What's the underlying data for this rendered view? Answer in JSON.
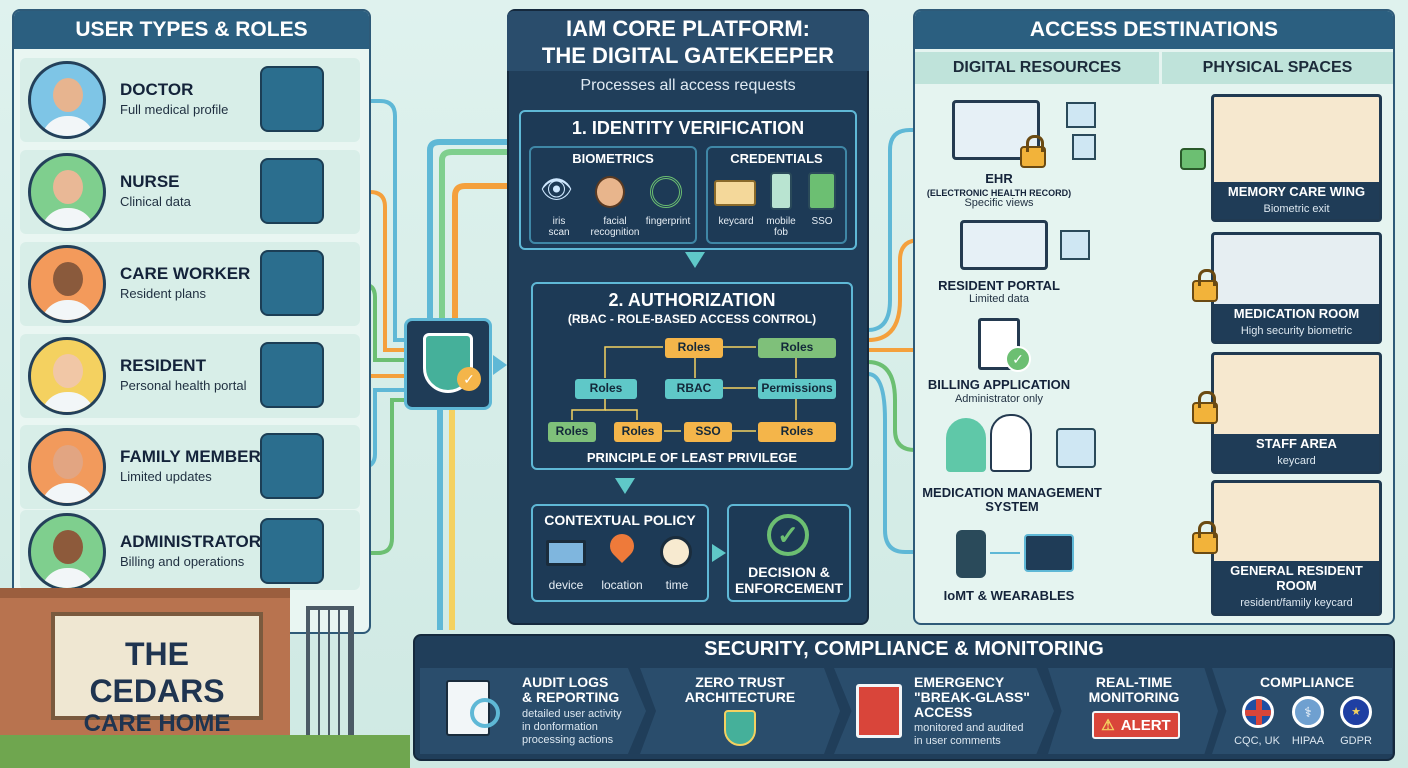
{
  "left": {
    "title": "USER TYPES & ROLES",
    "users": [
      {
        "name": "DOCTOR",
        "desc": "Full medical profile",
        "skin": "#e7b48f",
        "bg": "#7ec5e6"
      },
      {
        "name": "NURSE",
        "desc": "Clinical data",
        "skin": "#e9b896",
        "bg": "#7fcf8e"
      },
      {
        "name": "CARE WORKER",
        "desc": "Resident plans",
        "skin": "#8a5a3c",
        "bg": "#f39a5b"
      },
      {
        "name": "RESIDENT",
        "desc": "Personal health portal",
        "skin": "#f1c7a6",
        "bg": "#f4d160"
      },
      {
        "name": "FAMILY MEMBER",
        "desc": "Limited updates",
        "skin": "#e2a582",
        "bg": "#f29a5c"
      },
      {
        "name": "ADMINISTRATOR",
        "desc": "Billing and operations",
        "skin": "#8d5a3b",
        "bg": "#7fcf8e"
      }
    ]
  },
  "sign": {
    "line1": "THE CEDARS",
    "line2": "CARE HOME"
  },
  "center": {
    "title1": "IAM CORE PLATFORM:",
    "title2": "THE DIGITAL GATEKEEPER",
    "subtitle": "Processes all access requests",
    "identity": {
      "title": "1. IDENTITY VERIFICATION",
      "biometrics_title": "BIOMETRICS",
      "biometrics": [
        "iris\nscan",
        "facial\nrecognition",
        "fingerprint"
      ],
      "credentials_title": "CREDENTIALS",
      "credentials": [
        "keycard",
        "mobile\nfob",
        "SSO"
      ]
    },
    "authorization": {
      "title": "2. AUTHORIZATION",
      "subtitle": "(RBAC - ROLE-BASED ACCESS CONTROL)",
      "nodes": {
        "roles_top": "Roles",
        "roles_top2": "Roles",
        "roles_mid": "Roles",
        "rbac": "RBAC",
        "permissions": "Permissions",
        "roles_b1": "Roles",
        "roles_b2": "Roles",
        "sso": "SSO",
        "roles_b3": "Roles"
      },
      "footer": "PRINCIPLE OF LEAST PRIVILEGE"
    },
    "context": {
      "title": "CONTEXTUAL POLICY",
      "items": [
        "device",
        "location",
        "time"
      ]
    },
    "decision": {
      "line1": "DECISION &",
      "line2": "ENFORCEMENT"
    }
  },
  "right": {
    "title": "ACCESS DESTINATIONS",
    "digital_title": "DIGITAL RESOURCES",
    "physical_title": "PHYSICAL SPACES",
    "digital": [
      {
        "name": "EHR",
        "sub": "(ELECTRONIC HEALTH RECORD)",
        "desc": "Specific views"
      },
      {
        "name": "RESIDENT PORTAL",
        "desc": "Limited data"
      },
      {
        "name": "BILLING APPLICATION",
        "desc": "Administrator only"
      },
      {
        "name": "MEDICATION MANAGEMENT",
        "name2": "SYSTEM"
      },
      {
        "name": "IoMT & WEARABLES"
      }
    ],
    "physical": [
      {
        "name": "MEMORY CARE WING",
        "desc": "Biometric exit"
      },
      {
        "name": "MEDICATION ROOM",
        "desc": "High security biometric"
      },
      {
        "name": "STAFF AREA",
        "desc": "keycard"
      },
      {
        "name": "GENERAL RESIDENT ROOM",
        "desc": "resident/family keycard"
      }
    ]
  },
  "bottom": {
    "title": "SECURITY, COMPLIANCE & MONITORING",
    "audit": {
      "t1": "AUDIT LOGS",
      "t2": "& REPORTING",
      "d1": "detailed user activity",
      "d2": "in donformation",
      "d3": "processing actions"
    },
    "zero": {
      "t1": "ZERO TRUST",
      "t2": "ARCHITECTURE"
    },
    "emergency": {
      "t1": "EMERGENCY",
      "t2": "\"BREAK-GLASS\"",
      "t3": "ACCESS",
      "d1": "monitored and audited",
      "d2": "in user comments"
    },
    "monitoring": {
      "t1": "REAL-TIME",
      "t2": "MONITORING",
      "alert": "ALERT"
    },
    "compliance": {
      "title": "COMPLIANCE",
      "items": [
        "CQC, UK",
        "HIPAA",
        "GDPR"
      ]
    }
  },
  "colors": {
    "navy": "#203e5a",
    "teal": "#5fb8d6",
    "orange": "#f4a03c",
    "green": "#6cbf72"
  }
}
